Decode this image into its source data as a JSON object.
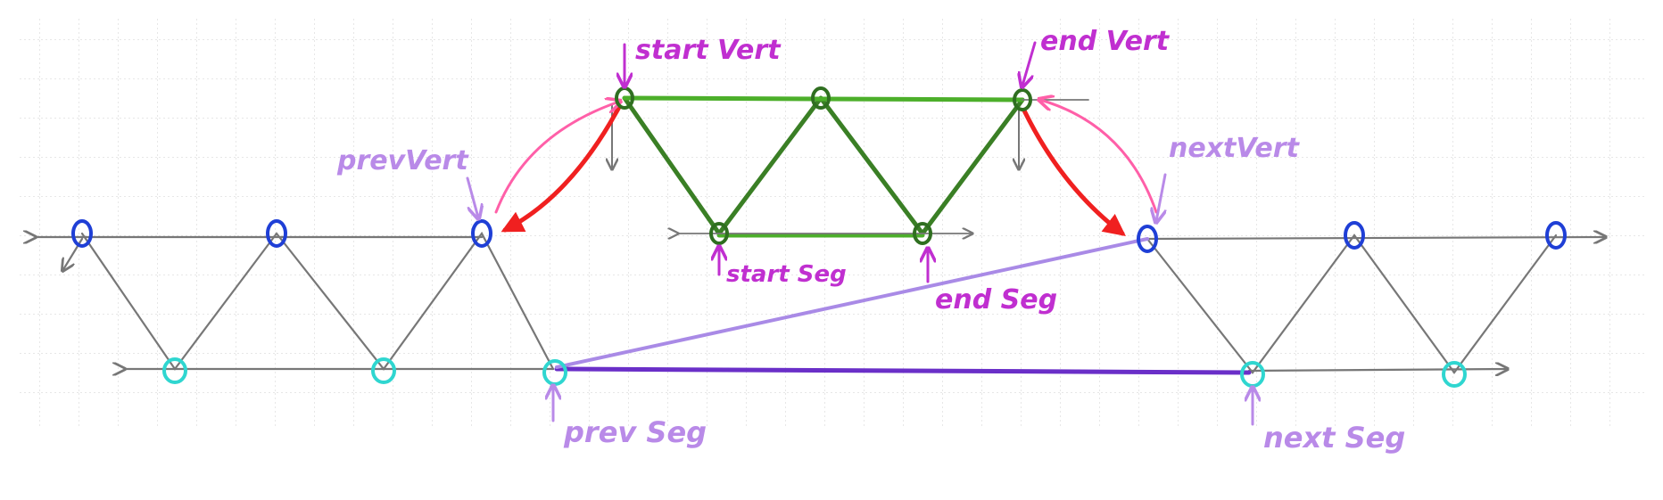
{
  "colors": {
    "grid": "#c9c9c9",
    "strip": "#777777",
    "strip_vertex_top": "#1f3fd6",
    "strip_vertex_bottom": "#2fd6d0",
    "patch": "#4caf2a",
    "patch_dark": "#2f6f20",
    "link": "#7a3fd6",
    "link_light": "#a98ae6",
    "arrow_red": "#f02020",
    "arrow_pink": "#ff5fa8",
    "label_magenta": "#c02fd0",
    "label_light": "#b98ae8"
  },
  "labels": {
    "start_vert": "start Vert",
    "end_vert": "end Vert",
    "prev_vert": "prevVert",
    "next_vert": "nextVert",
    "start_seg": "start Seg",
    "end_seg": "end Seg",
    "prev_seg": "prev Seg",
    "next_seg": "next Seg"
  }
}
